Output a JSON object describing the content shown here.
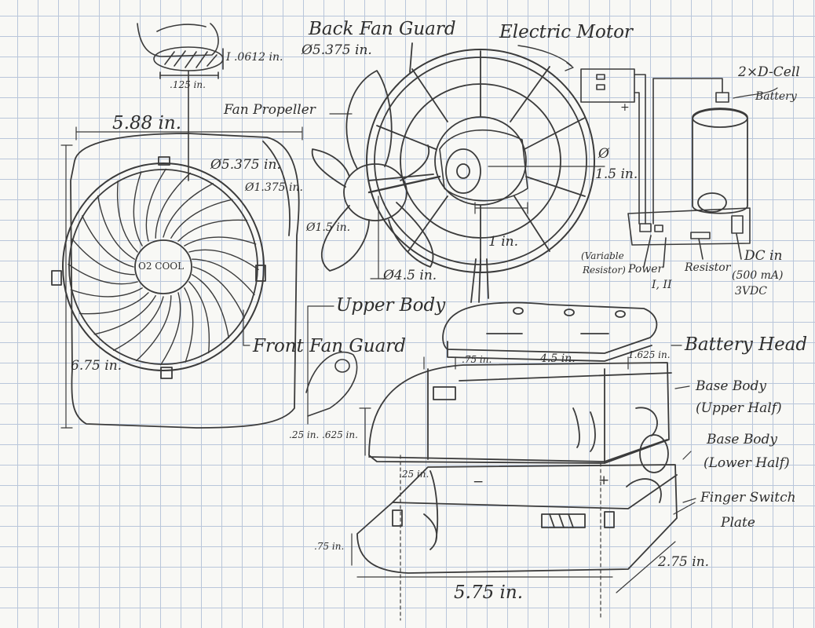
{
  "labels": {
    "tip_thickness": "I .0612 in.",
    "tip_width": ".125 in.",
    "back_fan_guard": "Back Fan Guard",
    "back_guard_diameter": "Ø5.375 in.",
    "electric_motor": "Electric Motor",
    "battery_count": "2×D-Cell",
    "battery_word": "Battery",
    "fan_propeller": "Fan Propeller",
    "front_width": "5.88 in.",
    "front_guard_diameter": "Ø5.375 in.",
    "hub_diameter": "Ø1.375 in.",
    "motor_diameter_sym": "Ø",
    "motor_diameter": "1.5 in.",
    "prop_hub_diameter": "Ø1.5 in.",
    "brand": "O2 COOL",
    "motor_length": "1 in.",
    "prop_diameter": "Ø4.5 in.",
    "variable_resistor_1": "(Variable",
    "variable_resistor_2": "Resistor)",
    "power": "Power",
    "power_modes": "I, II",
    "resistor": "Resistor",
    "dc_in": "DC in",
    "dc_current": "(500 mA)",
    "dc_voltage": "3VDC",
    "upper_body": "Upper Body",
    "front_fan_guard": "Front Fan Guard",
    "battery_head": "Battery Head",
    "front_height": "6.75 in.",
    "dim_075": ".75 in.",
    "dim_45": "4.5 in.",
    "dim_1625": "1.625 in.",
    "base_upper_1": "Base Body",
    "base_upper_2": "(Upper Half)",
    "dim_025": ".25 in.",
    "dim_0625": ".625 in.",
    "base_lower_1": "Base Body",
    "base_lower_2": "(Lower Half)",
    "dim_025b": ".25 in.",
    "minus": "−",
    "plus": "+",
    "finger_switch_1": "Finger Switch",
    "finger_switch_2": "Plate",
    "dim_075b": ".75 in.",
    "dim_275": "2.75 in.",
    "dim_575": "5.75 in.",
    "motor_plus": "+"
  }
}
